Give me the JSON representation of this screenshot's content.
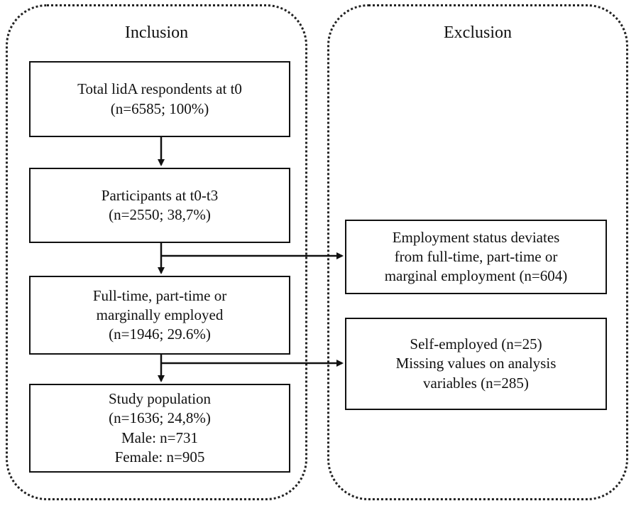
{
  "inclusion_title": "Inclusion",
  "exclusion_title": "Exclusion",
  "box1": {
    "line1": "Total lidA respondents at t0",
    "line2": "(n=6585; 100%)"
  },
  "box2": {
    "line1": "Participants at t0-t3",
    "line2": "(n=2550; 38,7%)"
  },
  "box3": {
    "line1": "Full-time, part-time or",
    "line2": "marginally employed",
    "line3": "(n=1946; 29.6%)"
  },
  "box4": {
    "line1": "Study population",
    "line2": "(n=1636; 24,8%)",
    "line3": "Male: n=731",
    "line4": "Female: n=905"
  },
  "box5": {
    "line1": "Employment status deviates",
    "line2": "from full-time, part-time or",
    "line3": "marginal employment (n=604)"
  },
  "box6": {
    "line1": "Self-employed (n=25)",
    "line2": "Missing values on analysis",
    "line3": "variables (n=285)"
  }
}
